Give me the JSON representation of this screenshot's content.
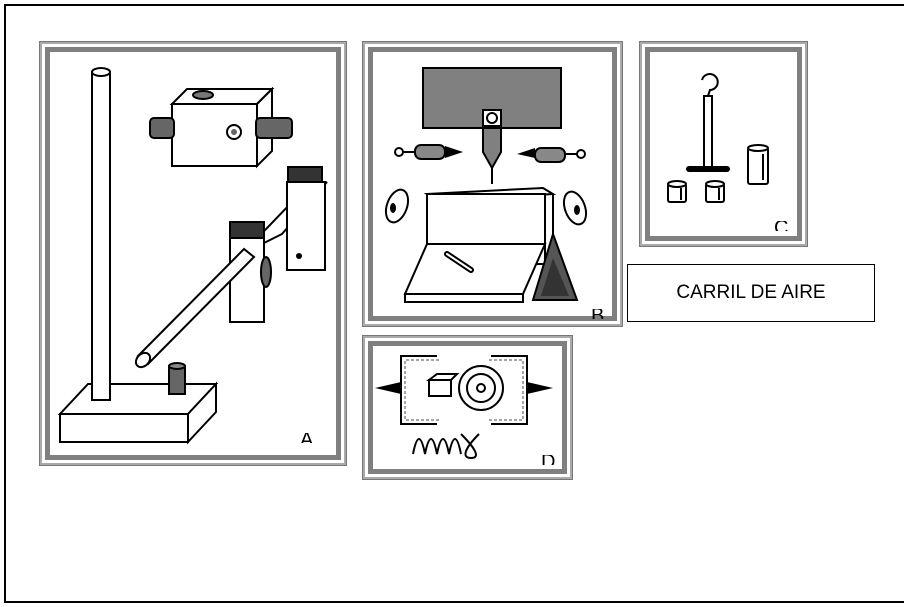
{
  "label": {
    "text": "CARRIL DE AIRE"
  },
  "panels": [
    {
      "id": "A",
      "letter": "A",
      "contents": "stand-with-clamp-and-rod"
    },
    {
      "id": "B",
      "letter": "B",
      "contents": "inclined-plane-with-springs"
    },
    {
      "id": "C",
      "letter": "C",
      "contents": "hook-weight-set"
    },
    {
      "id": "D",
      "letter": "D",
      "contents": "photogate-timer"
    }
  ],
  "colors": {
    "panel_border": "#808080",
    "outline": "#000000",
    "dark_fill": "#555555",
    "mid_fill": "#808080"
  }
}
